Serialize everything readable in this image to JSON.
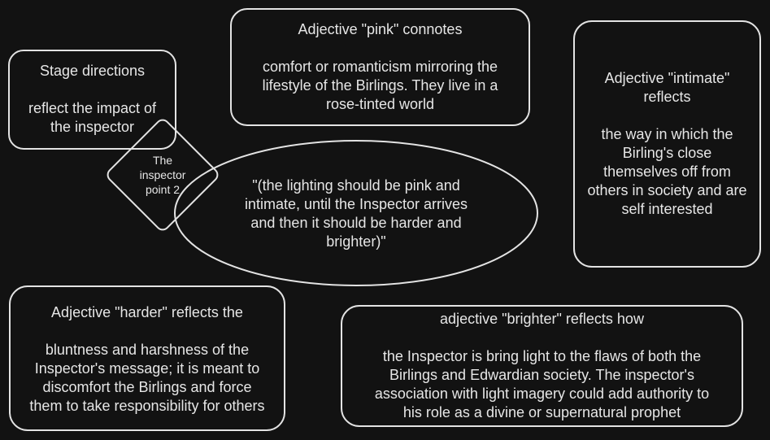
{
  "nodes": {
    "stage_directions": {
      "heading": "Stage directions",
      "body": [
        "reflect the impact of",
        "the inspector"
      ]
    },
    "pink": {
      "heading": "Adjective \"pink\" connotes",
      "body": [
        "comfort or romanticism mirroring the",
        "lifestyle of the Birlings. They live in a",
        "rose-tinted world"
      ]
    },
    "intimate": {
      "heading": [
        "Adjective \"intimate\"",
        "reflects"
      ],
      "body": [
        "the way in which the",
        "Birling's close",
        "themselves off from",
        "others in society and are",
        "self interested"
      ]
    },
    "inspector_point": {
      "text": [
        "The",
        "inspector",
        "point 2"
      ]
    },
    "quote": {
      "text": [
        "\"(the lighting should be pink and",
        "intimate, until the Inspector arrives",
        "and then it should be harder and",
        "brighter)\""
      ]
    },
    "harder": {
      "heading": "Adjective \"harder\" reflects the",
      "body": [
        "bluntness and harshness of the",
        "Inspector's message; it is meant to",
        "discomfort the Birlings and force",
        "them to take responsibility for others"
      ]
    },
    "brighter": {
      "heading": "adjective \"brighter\" reflects how",
      "body": [
        "the Inspector is bring light to the flaws of both the",
        "Birlings and Edwardian society. The inspector's",
        "association with light imagery could add authority to",
        "his role as a divine or supernatural prophet"
      ]
    }
  }
}
